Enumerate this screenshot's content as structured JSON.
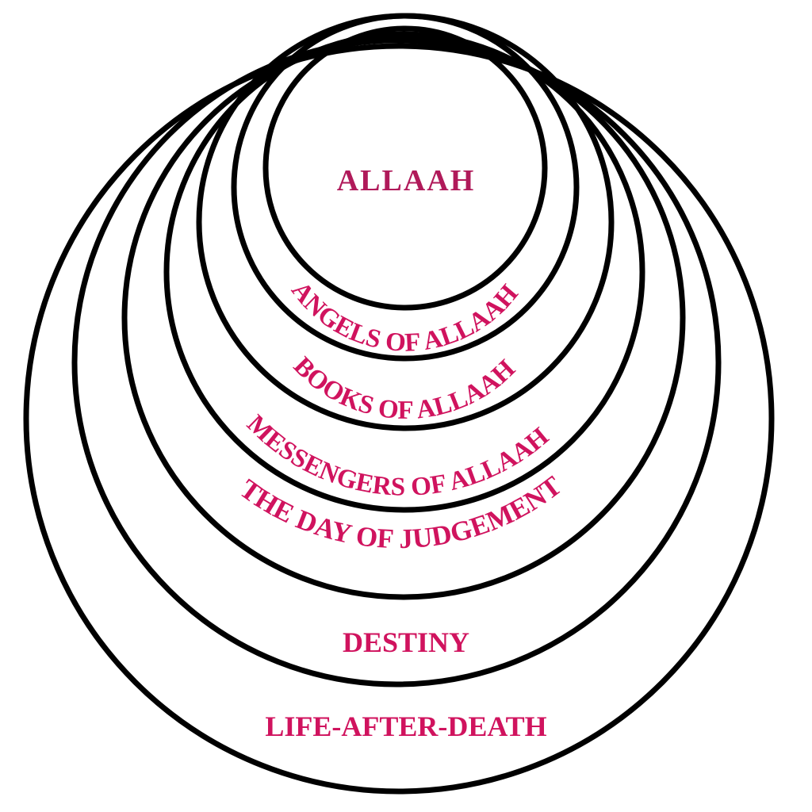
{
  "colors": {
    "ring_stroke": "#000000",
    "label_text": "#d0135e",
    "center_text": "#b01a5a",
    "background": "#ffffff"
  },
  "center_label": "ALLAAH",
  "ring_labels": [
    "ANGELS OF ALLAAH",
    "BOOKS OF ALLAAH",
    "MESSENGERS OF ALLAAH",
    "THE DAY OF JUDGEMENT",
    "DESTINY",
    "LIFE-AFTER-DEATH"
  ]
}
